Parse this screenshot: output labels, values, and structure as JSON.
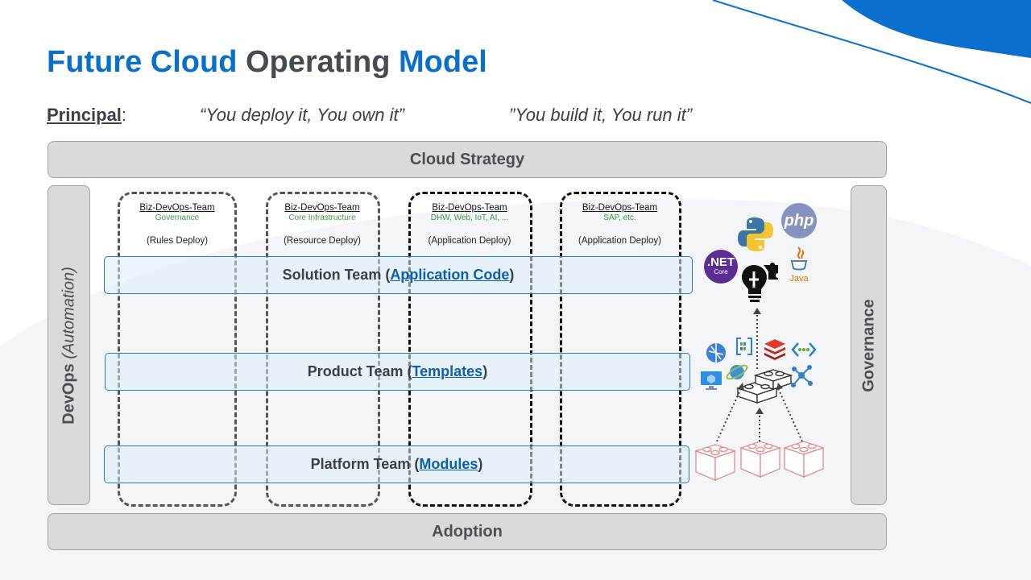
{
  "title": {
    "part1": "Future Cloud",
    "part2": "Operating",
    "part3": "Model"
  },
  "principal": {
    "label": "Principal",
    "colon": ":",
    "quote1": "“You deploy it, You own it”",
    "quote2": "”You build it, You run it”"
  },
  "cloud_strategy": "Cloud Strategy",
  "adoption": "Adoption",
  "devops": {
    "label": "DevOps",
    "sub": "(Automation)"
  },
  "governance": "Governance",
  "teams": [
    {
      "name": "Biz-DevOps-Team",
      "sub": "Governance",
      "deploy": "(Rules Deploy)"
    },
    {
      "name": "Biz-DevOps-Team",
      "sub": "Core Infrastructure",
      "deploy": "(Resource Deploy)"
    },
    {
      "name": "Biz-DevOps-Team",
      "sub": "DHW, Web, IoT, AI, ...",
      "deploy": "(Application Deploy)"
    },
    {
      "name": "Biz-DevOps-Team",
      "sub": "SAP, etc.",
      "deploy": "(Application Deploy)"
    }
  ],
  "bands": {
    "solution": {
      "prefix": "Solution Team (",
      "link": "Application Code",
      "suffix": ")"
    },
    "product": {
      "prefix": "Product Team (",
      "link": "Templates",
      "suffix": ")"
    },
    "platform": {
      "prefix": "Platform Team (",
      "link": "Modules",
      "suffix": ")"
    }
  },
  "icons": {
    "dotnet": {
      "line1": ".NET",
      "line2": "Core"
    },
    "php": "php",
    "java": "Java"
  },
  "colors": {
    "accent": "#0a6fc9",
    "title_gray": "#464a52",
    "bar": "#d9dadc",
    "band_border": "#2b7cc4",
    "team_sub": "#3a9a3a"
  }
}
